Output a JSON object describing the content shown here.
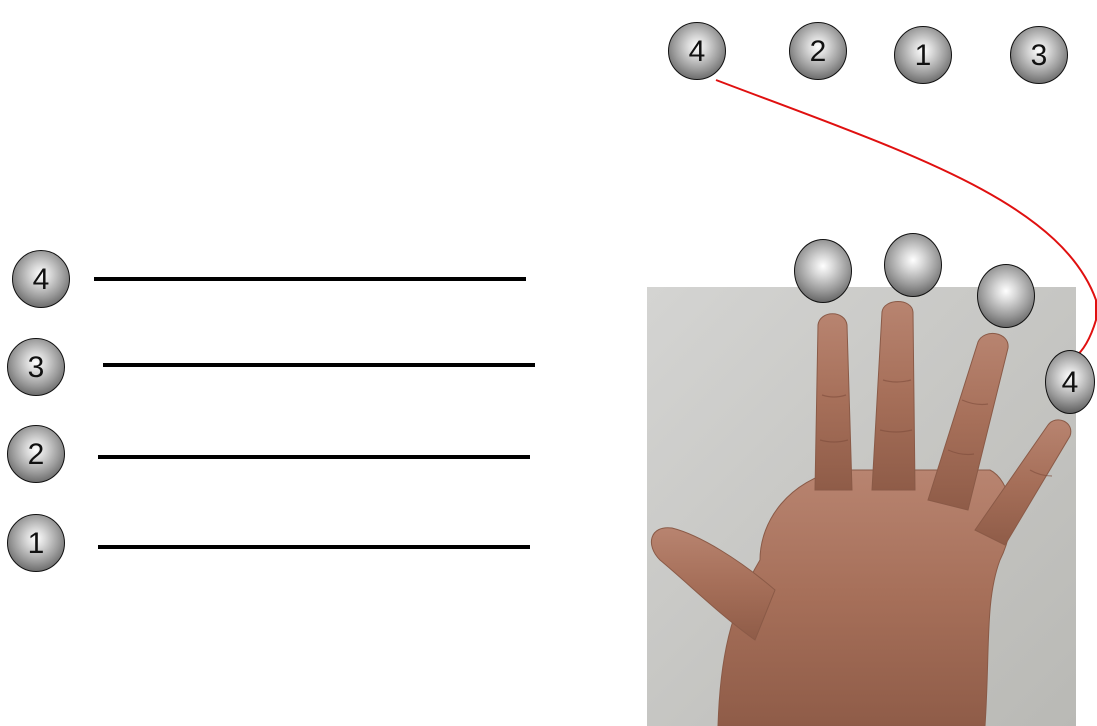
{
  "left_labels": [
    "4",
    "3",
    "2",
    "1"
  ],
  "top_labels": [
    "4",
    "2",
    "1",
    "3"
  ],
  "hand_label": "4",
  "connector_color": "#e01010",
  "line_color": "#000000",
  "photo_description_colors": {
    "wall": "#c9c9c6",
    "skin": "#a9725c"
  }
}
